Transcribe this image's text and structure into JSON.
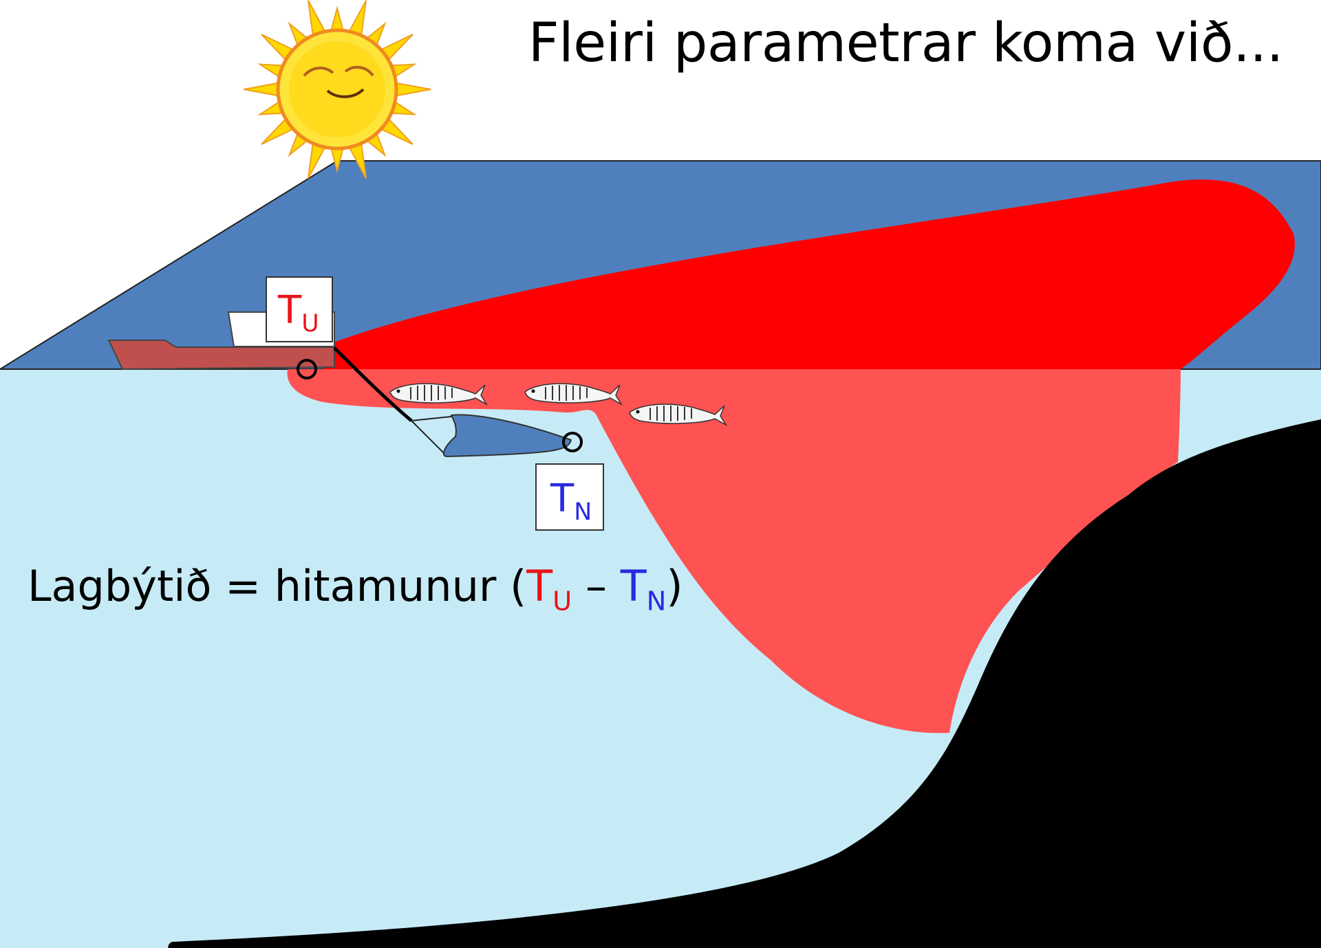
{
  "title": "Fleiri parametrar koma við...",
  "labels": {
    "upper": {
      "symbol": "T",
      "sub": "U",
      "color": "#e8141b"
    },
    "lower": {
      "symbol": "T",
      "sub": "N",
      "color": "#2a29e0"
    }
  },
  "formula": {
    "prefix": "Lagbýtið = hitamunur (",
    "dash": " – ",
    "suffix": ")"
  },
  "colors": {
    "sky": "#ffffff",
    "sea_surface_layer": "#4f80bd",
    "deep_water": "#c6ebf6",
    "warm_plume": "#ff0000",
    "warm_plume_lower": "#ff5252",
    "seabed": "#000000",
    "ship_hull": "#c0504d",
    "net": "#4f80bd",
    "sun": "#ffd800"
  },
  "icons": [
    "sun-icon",
    "ship-icon",
    "trawl-net-icon",
    "fish-icon",
    "sensor-icon"
  ]
}
